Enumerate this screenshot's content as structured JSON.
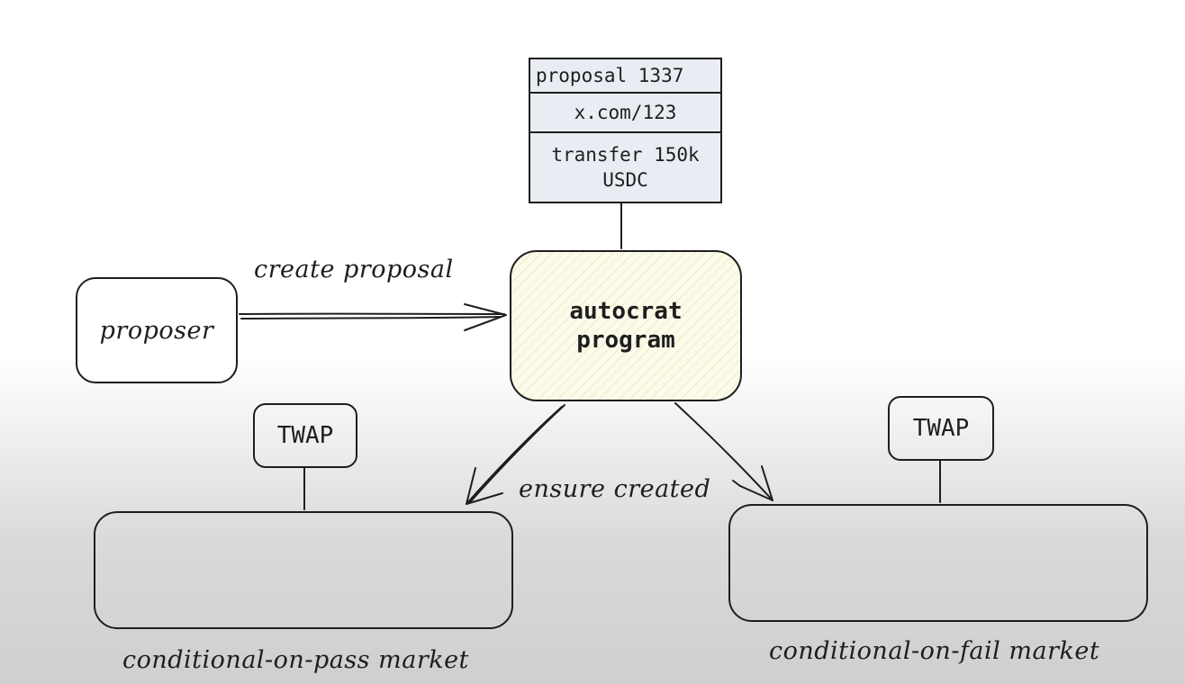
{
  "proposal": {
    "title": "proposal 1337",
    "link": "x.com/123",
    "action_line1": "transfer 150k",
    "action_line2": "USDC"
  },
  "autocrat": {
    "line1": "autocrat",
    "line2": "program"
  },
  "proposer": {
    "label": "proposer"
  },
  "edges": {
    "create_label": "create proposal",
    "ensure_label": "ensure created"
  },
  "pass_market": {
    "twap_label": "TWAP",
    "label": "conditional-on-pass market"
  },
  "fail_market": {
    "twap_label": "TWAP",
    "label": "conditional-on-fail market"
  },
  "colors": {
    "stroke": "#1e1e1e",
    "proposal_fill": "#e9ecf2",
    "autocrat_fill": "#fcfbea"
  }
}
